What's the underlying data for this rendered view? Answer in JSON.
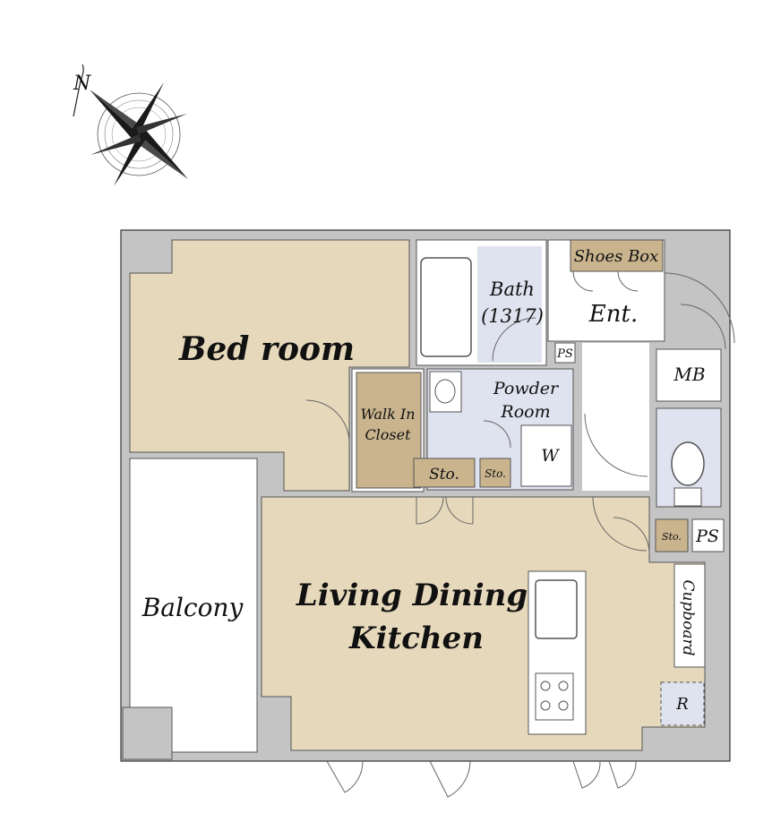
{
  "colors": {
    "wall": "#c4c4c4",
    "floor_living": "#e6d9bb",
    "floor_wet": "#dfe2ef",
    "storage": "#c9b48e",
    "outline": "#3a3a3a",
    "balcony": "#ffffff"
  },
  "compass": {
    "icon": "compass-rose-icon",
    "north_label": "N"
  },
  "rooms": {
    "bedroom": "Bed room",
    "living_1": "Living Dining",
    "living_2": "Kitchen",
    "balcony": "Balcony",
    "bath_1": "Bath",
    "bath_2": "(1317)",
    "powder_1": "Powder",
    "powder_2": "Room",
    "wic_1": "Walk In",
    "wic_2": "Closet",
    "entrance": "Ent.",
    "shoes_box": "Shoes Box",
    "mb": "MB",
    "ps_small": "PS",
    "ps_large": "PS",
    "sto_1": "Sto.",
    "sto_2": "Sto.",
    "sto_3": "Sto.",
    "washer": "W",
    "cupboard": "Cupboard",
    "fridge": "R"
  },
  "fixtures": [
    "bathtub-icon",
    "washbasin-icon",
    "toilet-icon",
    "sink-icon",
    "stove-icon"
  ]
}
